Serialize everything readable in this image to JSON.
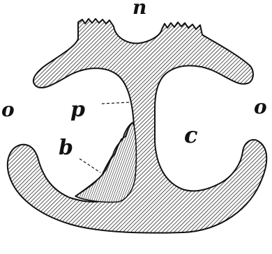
{
  "figure": {
    "labels": {
      "n": "n",
      "o_left": "o",
      "o_right": "o",
      "p": "p",
      "b": "b",
      "c": "c"
    },
    "colors": {
      "ink": "#111111",
      "paper": "#ffffff"
    }
  }
}
